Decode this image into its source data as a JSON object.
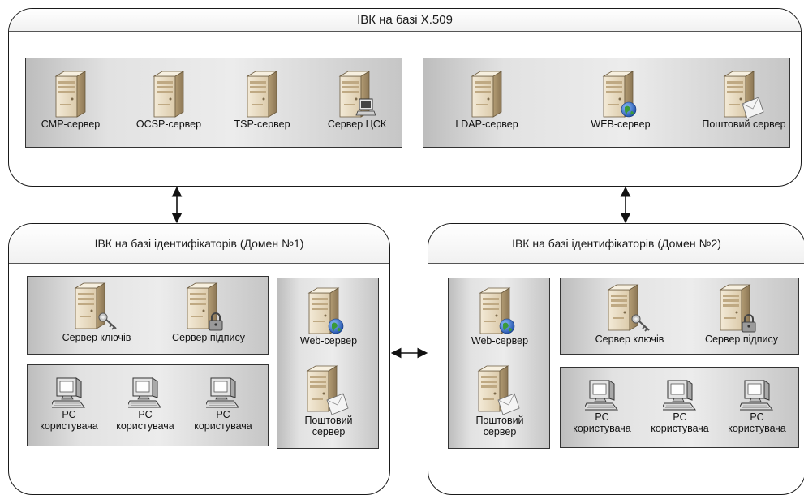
{
  "top": {
    "title": "ІВК на базі X.509",
    "servers_left": [
      "CMP-сервер",
      "OCSP-сервер",
      "TSP-сервер",
      "Сервер ЦСК"
    ],
    "servers_right": [
      "LDAP-сервер",
      "WEB-сервер",
      "Поштовий сервер"
    ]
  },
  "domain1": {
    "title": "ІВК на базі ідентифікаторів (Домен №1)",
    "key_server": "Сервер ключів",
    "sign_server": "Сервер підпису",
    "web_server": "Web-сервер",
    "mail_server": [
      "Поштовий",
      "сервер"
    ],
    "workstations": [
      [
        "РС",
        "користувача"
      ],
      [
        "РС",
        "користувача"
      ],
      [
        "РС",
        "користувача"
      ]
    ]
  },
  "domain2": {
    "title": "ІВК на базі ідентифікаторів (Домен №2)",
    "key_server": "Сервер ключів",
    "sign_server": "Сервер підпису",
    "web_server": "Web-сервер",
    "mail_server": [
      "Поштовий",
      "сервер"
    ],
    "workstations": [
      [
        "РС",
        "користувача"
      ],
      [
        "РС",
        "користувача"
      ],
      [
        "РС",
        "користувача"
      ]
    ]
  },
  "icons": {
    "server": "server-icon",
    "key": "key-icon",
    "lock": "lock-icon",
    "globe": "globe-icon",
    "mail": "envelope-icon",
    "workstation": "workstation-icon",
    "ca_terminal": "terminal-icon"
  },
  "colors": {
    "server_body": "#e9dcc3",
    "panel_gray": "#d9d9d9",
    "globe_blue": "#2a5fb8",
    "globe_green": "#3a9a3a"
  }
}
